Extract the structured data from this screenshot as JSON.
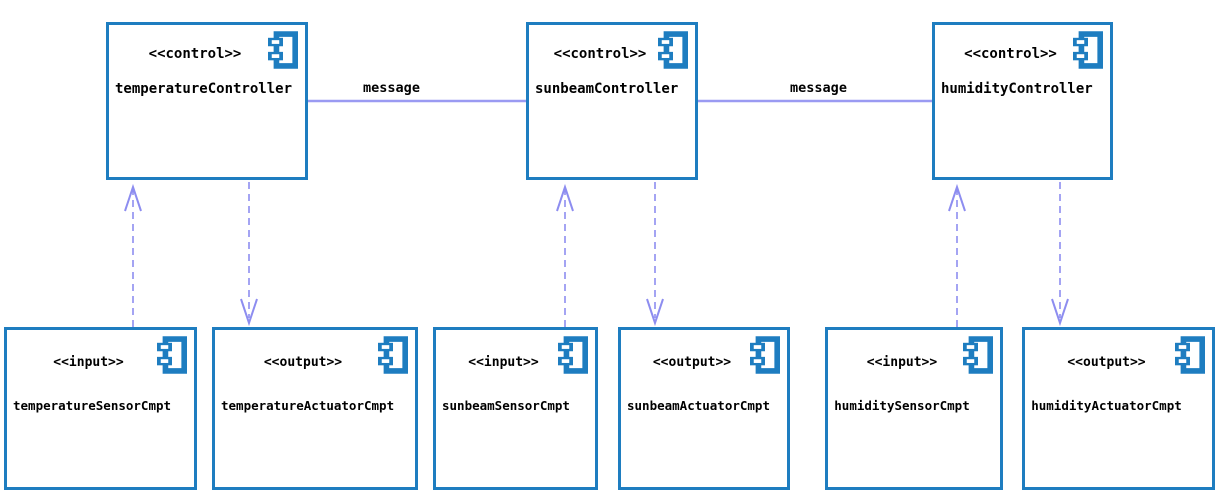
{
  "diagram": {
    "kind": "uml-component-diagram",
    "colors": {
      "component_border": "#1e7dc0",
      "connector_purple": "#8d8df0",
      "message_line_purple": "#9a9af2",
      "text": "#000000",
      "background": "#ffffff"
    },
    "nodes": [
      {
        "stereotype": "<<control>>",
        "name": "temperatureController"
      },
      {
        "stereotype": "<<control>>",
        "name": "sunbeamController"
      },
      {
        "stereotype": "<<control>>",
        "name": "humidityController"
      },
      {
        "stereotype": "<<input>>",
        "name": "temperatureSensorCmpt"
      },
      {
        "stereotype": "<<output>>",
        "name": "temperatureActuatorCmpt"
      },
      {
        "stereotype": "<<input>>",
        "name": "sunbeamSensorCmpt"
      },
      {
        "stereotype": "<<output>>",
        "name": "sunbeamActuatorCmpt"
      },
      {
        "stereotype": "<<input>>",
        "name": "humiditySensorCmpt"
      },
      {
        "stereotype": "<<output>>",
        "name": "humidityActuatorCmpt"
      }
    ],
    "links": [
      {
        "label": "message",
        "from": "temperatureController",
        "to": "sunbeamController",
        "style": "solid"
      },
      {
        "label": "message",
        "from": "sunbeamController",
        "to": "humidityController",
        "style": "solid"
      },
      {
        "from": "temperatureSensorCmpt",
        "to": "temperatureController",
        "style": "dashed-open-arrow"
      },
      {
        "from": "temperatureController",
        "to": "temperatureActuatorCmpt",
        "style": "dashed-open-arrow"
      },
      {
        "from": "sunbeamSensorCmpt",
        "to": "sunbeamController",
        "style": "dashed-open-arrow"
      },
      {
        "from": "sunbeamController",
        "to": "sunbeamActuatorCmpt",
        "style": "dashed-open-arrow"
      },
      {
        "from": "humiditySensorCmpt",
        "to": "humidityController",
        "style": "dashed-open-arrow"
      },
      {
        "from": "humidityController",
        "to": "humidityActuatorCmpt",
        "style": "dashed-open-arrow"
      }
    ]
  }
}
